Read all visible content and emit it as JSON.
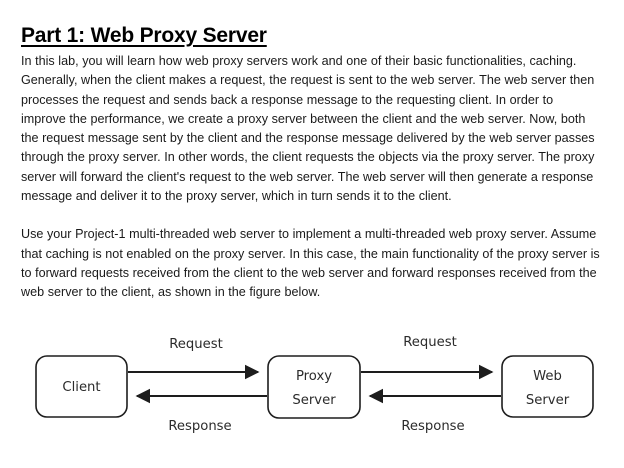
{
  "document": {
    "title": "Part 1: Web Proxy Server",
    "paragraphs": [
      "In this lab, you will learn how web proxy servers work and one of their basic functionalities, caching. Generally, when the client makes a request, the request is sent to the web server. The web server then processes the request and sends back a response message to the requesting client. In order to improve the performance, we create a proxy server between the client and the web server. Now, both the request message sent by the client and the response message delivered by the web server passes through the proxy server. In other words, the client requests the objects via the proxy server. The proxy server will forward the client's request to the web server. The web server will then generate a response message and deliver it to the proxy server, which in turn sends it to the client.",
      "Use your Project-1 multi-threaded web server to implement a multi-threaded web proxy server. Assume that caching is not enabled on the proxy server. In this case, the main functionality of the proxy server is to forward requests received from the client to the web server and forward responses received from the web server to the client, as shown in the figure below."
    ]
  },
  "figure": {
    "nodes": [
      {
        "id": "client",
        "label_line1": "Client",
        "label_line2": ""
      },
      {
        "id": "proxy-server",
        "label_line1": "Proxy",
        "label_line2": "Server"
      },
      {
        "id": "web-server",
        "label_line1": "Web",
        "label_line2": "Server"
      }
    ],
    "edges": [
      {
        "id": "client-to-proxy",
        "label": "Request",
        "direction": "right"
      },
      {
        "id": "proxy-to-client",
        "label": "Response",
        "direction": "left"
      },
      {
        "id": "proxy-to-web",
        "label": "Request",
        "direction": "right"
      },
      {
        "id": "web-to-proxy",
        "label": "Response",
        "direction": "left"
      }
    ],
    "colors": {
      "box_stroke": "#1d1d1d",
      "box_fill": "#ffffff",
      "line": "#1d1d1d",
      "text": "#2b2b2b"
    }
  }
}
